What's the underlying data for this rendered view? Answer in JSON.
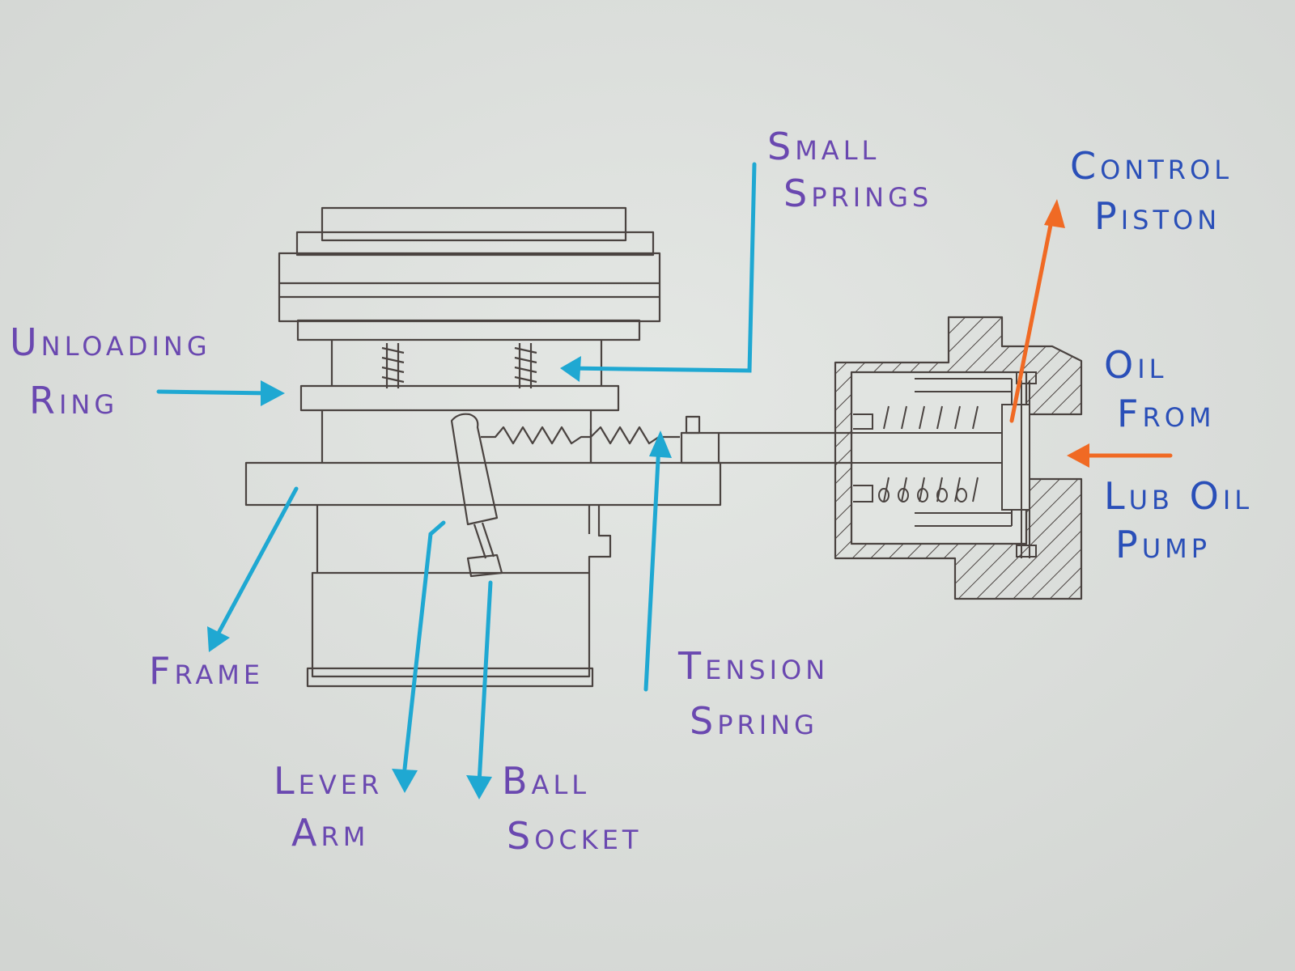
{
  "labels": {
    "small_springs": [
      "Small",
      "Springs"
    ],
    "control_piston": [
      "Control",
      "Piston"
    ],
    "unloading_ring": [
      "Unloading",
      "Ring"
    ],
    "oil_from_lub_oil_pump": [
      "Oil",
      "From",
      "Lub Oil",
      "Pump"
    ],
    "frame": "Frame",
    "tension_spring": [
      "Tension",
      "Spring"
    ],
    "lever_arm": [
      "Lever",
      "Arm"
    ],
    "ball_socket": [
      "Ball",
      "Socket"
    ]
  },
  "colors": {
    "paper": "#dfe2df",
    "pencil": "#4a4340",
    "cyan_arrow": "#1fa8d2",
    "orange_arrow": "#f06a24",
    "purple_text": "#6a48b0",
    "blue_text": "#2a4fb8"
  }
}
